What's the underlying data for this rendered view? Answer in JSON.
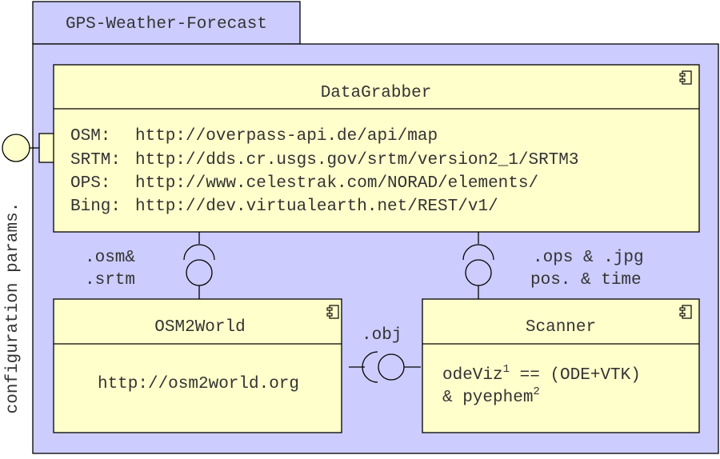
{
  "package": {
    "title": "GPS-Weather-Forecast",
    "fill": "#ccccff",
    "component_fill": "#ffffcc"
  },
  "side_label": "configuration params.",
  "components": {
    "datagrabber": {
      "title": "DataGrabber",
      "rows": [
        {
          "key": "OSM:",
          "value": "http://overpass-api.de/api/map"
        },
        {
          "key": "SRTM:",
          "value": "http://dds.cr.usgs.gov/srtm/version2_1/SRTM3"
        },
        {
          "key": "OPS:",
          "value": "http://www.celestrak.com/NORAD/elements/"
        },
        {
          "key": "Bing:",
          "value": "http://dev.virtualearth.net/REST/v1/"
        }
      ]
    },
    "osm2world": {
      "title": "OSM2World",
      "body": "http://osm2world.org"
    },
    "scanner": {
      "title": "Scanner",
      "line1": "odeViz",
      "sup1": "1",
      "line1_rest": " == (ODE+VTK)",
      "line2": "& pyephem",
      "sup2": "2"
    }
  },
  "connectors": {
    "left_label_1": ".osm&",
    "left_label_2": ".srtm",
    "right_label_1": ".ops & .jpg",
    "right_label_2": "pos. & time",
    "middle_label": ".obj"
  },
  "icons": [
    "component-icon",
    "lollipop-interface-icon",
    "socket-interface-icon",
    "port-icon"
  ]
}
